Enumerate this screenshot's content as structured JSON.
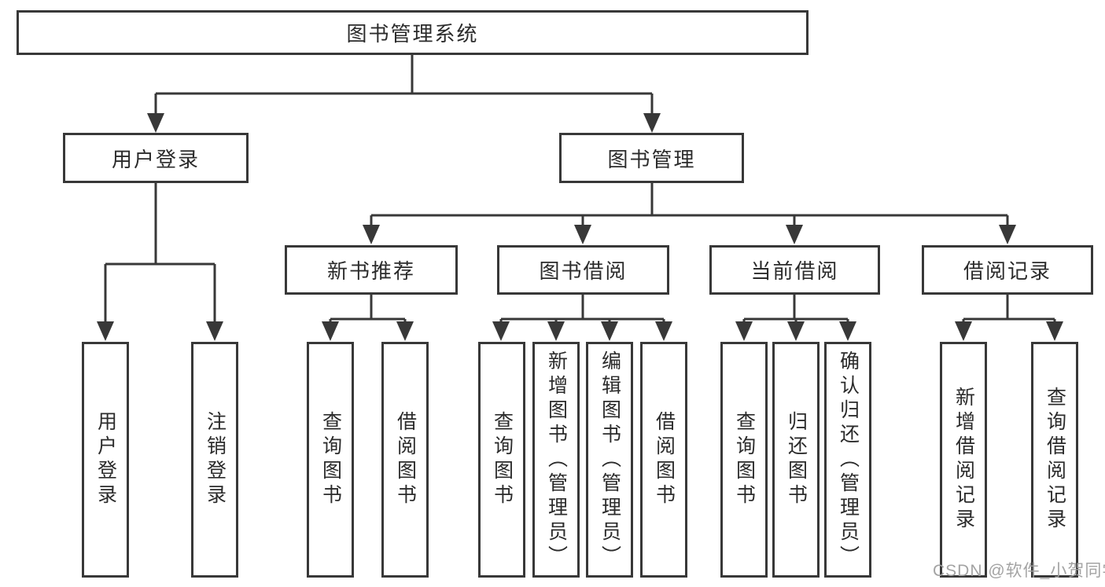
{
  "diagram": {
    "title": "图书管理系统",
    "groups": [
      {
        "label": "用户登录",
        "leaves": [
          "用户登录",
          "注销登录"
        ]
      },
      {
        "label": "图书管理",
        "sections": [
          {
            "label": "新书推荐",
            "leaves": [
              "查询图书",
              "借阅图书"
            ]
          },
          {
            "label": "图书借阅",
            "leaves": [
              "查询图书",
              "新增图书（管理员）",
              "编辑图书（管理员）",
              "借阅图书"
            ]
          },
          {
            "label": "当前借阅",
            "leaves": [
              "查询图书",
              "归还图书",
              "确认归还（管理员）"
            ]
          },
          {
            "label": "借阅记录",
            "leaves": [
              "新增借阅记录",
              "查询借阅记录"
            ]
          }
        ]
      }
    ]
  },
  "watermark": {
    "text": "CSDN @软件_小贺同学"
  },
  "colors": {
    "line": "#383838",
    "border": "#383838",
    "text": "#2b2b2b",
    "watermark": "#9e9e9e",
    "background": "#ffffff"
  }
}
